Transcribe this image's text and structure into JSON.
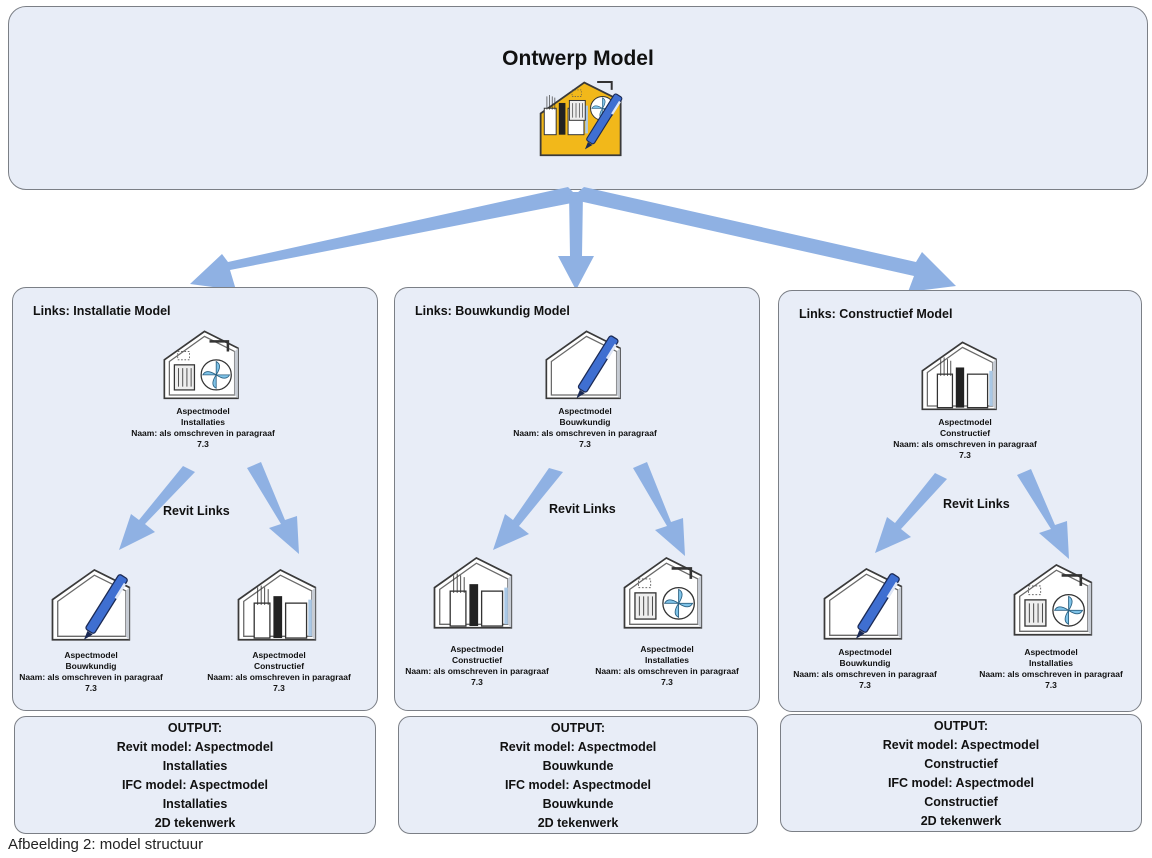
{
  "header": {
    "title": "Ontwerp Model"
  },
  "panels": [
    {
      "title": "Links: Installatie Model",
      "main": {
        "l1": "Aspectmodel",
        "l2": "Installaties",
        "l3": "Naam: als omschreven in paragraaf",
        "l4": "7.3"
      },
      "revit_label": "Revit Links",
      "left": {
        "l1": "Aspectmodel",
        "l2": "Bouwkundig",
        "l3": "Naam: als omschreven in paragraaf",
        "l4": "7.3"
      },
      "right": {
        "l1": "Aspectmodel",
        "l2": "Constructief",
        "l3": "Naam: als omschreven in paragraaf",
        "l4": "7.3"
      },
      "output": [
        "OUTPUT:",
        "Revit model: Aspectmodel",
        "Installaties",
        "IFC model: Aspectmodel",
        "Installaties",
        "2D tekenwerk"
      ]
    },
    {
      "title": "Links: Bouwkundig Model",
      "main": {
        "l1": "Aspectmodel",
        "l2": "Bouwkundig",
        "l3": "Naam: als omschreven in paragraaf",
        "l4": "7.3"
      },
      "revit_label": "Revit Links",
      "left": {
        "l1": "Aspectmodel",
        "l2": "Constructief",
        "l3": "Naam: als omschreven in paragraaf",
        "l4": "7.3"
      },
      "right": {
        "l1": "Aspectmodel",
        "l2": "Installaties",
        "l3": "Naam: als omschreven in paragraaf",
        "l4": "7.3"
      },
      "output": [
        "OUTPUT:",
        "Revit model: Aspectmodel",
        "Bouwkunde",
        "IFC model: Aspectmodel",
        "Bouwkunde",
        "2D tekenwerk"
      ]
    },
    {
      "title": "Links: Constructief Model",
      "main": {
        "l1": "Aspectmodel",
        "l2": "Constructief",
        "l3": "Naam: als omschreven in paragraaf",
        "l4": "7.3"
      },
      "revit_label": "Revit Links",
      "left": {
        "l1": "Aspectmodel",
        "l2": "Bouwkundig",
        "l3": "Naam: als omschreven in paragraaf",
        "l4": "7.3"
      },
      "right": {
        "l1": "Aspectmodel",
        "l2": "Installaties",
        "l3": "Naam: als omschreven in paragraaf",
        "l4": "7.3"
      },
      "output": [
        "OUTPUT:",
        "Revit model: Aspectmodel",
        "Constructief",
        "IFC model: Aspectmodel",
        "Constructief",
        "2D tekenwerk"
      ]
    }
  ],
  "figure_caption": "Afbeelding 2: model structuur",
  "colors": {
    "arrow": "#8fb1e3",
    "box_fill": "#e8edf7",
    "house_yellow": "#f2b81a"
  }
}
